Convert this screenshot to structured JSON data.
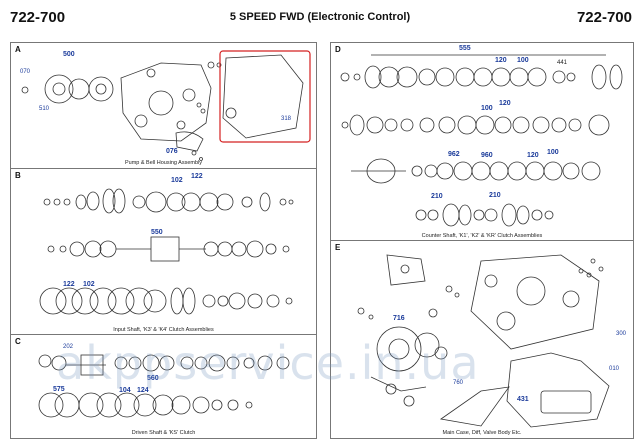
{
  "header": {
    "code_left": "722-700",
    "title": "5 SPEED FWD (Electronic Control)",
    "code_right": "722-700"
  },
  "panels": {
    "A": {
      "label": "A",
      "caption": "Pump & Bell Housing Assembly",
      "numbers": {
        "n500": "500",
        "n070": "070",
        "n510": "510",
        "n076": "076",
        "n318": "318"
      }
    },
    "B": {
      "label": "B",
      "caption": "Input Shaft, 'K3' & 'K4' Clutch Assemblies",
      "numbers": {
        "n102a": "102",
        "n122a": "122",
        "n550": "550",
        "n122b": "122",
        "n102b": "102"
      }
    },
    "C": {
      "label": "C",
      "caption": "Driven Shaft & 'KS' Clutch",
      "numbers": {
        "n202": "202",
        "n560": "560",
        "n575": "575",
        "n104": "104",
        "n124": "124"
      }
    },
    "D": {
      "label": "D",
      "caption": "Counter Shaft, 'K1', 'K2' & 'KR' Clutch Assemblies",
      "numbers": {
        "n555": "555",
        "n120a": "120",
        "n100a": "100",
        "n441": "441",
        "n100b": "100",
        "n120b": "120",
        "n962": "962",
        "n960": "960",
        "n120c": "120",
        "n100c": "100",
        "n210a": "210",
        "n210b": "210"
      }
    },
    "E": {
      "label": "E",
      "caption": "Main Case, Diff, Valve Body Etc.",
      "numbers": {
        "n716": "716",
        "n300": "300",
        "n010": "010",
        "n760": "760",
        "n431": "431"
      }
    }
  },
  "watermark": "akppservice.in.ua",
  "colors": {
    "accent_numbers": "#1a3a9a",
    "highlight_box": "#d42020",
    "panel_border": "#777777"
  }
}
